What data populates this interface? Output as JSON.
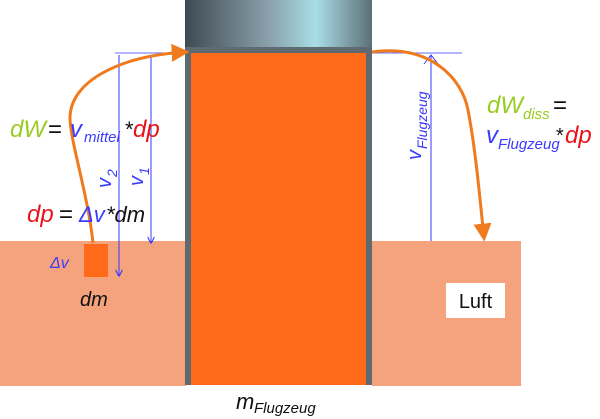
{
  "colors": {
    "air_fill": "#f5a37d",
    "piston_fill": "#ff6a1a",
    "piston_wall": "#5f6970",
    "arrow_orange": "#f07a1e",
    "dim_blue": "#3a3aff",
    "green": "#99cc22",
    "red": "#e8141b",
    "black": "#111111"
  },
  "labels": {
    "dW_main": "dW",
    "equals": "=",
    "v_main": "v",
    "v_sub_mittel": "mittel",
    "times": "*",
    "dp": "dp",
    "dp_main": "dp",
    "delta_v": "Δv",
    "times_dm": "*dm",
    "v2_main": "v",
    "v2_sub": "2",
    "v1_main": "v",
    "v1_sub": "1",
    "delta_v_small": "Δv",
    "dm": "dm",
    "vflug_main": "v",
    "vflug_sub": "Flugzeug",
    "dWdiss_main": "dW",
    "dWdiss_sub": "diss",
    "equals2": "=",
    "v_right_main": "v",
    "v_right_sub": "Flugzeug",
    "times2": "*",
    "dp_right": "dp",
    "luft": "Luft",
    "m_main": "m",
    "m_sub": "Flugzeug"
  }
}
